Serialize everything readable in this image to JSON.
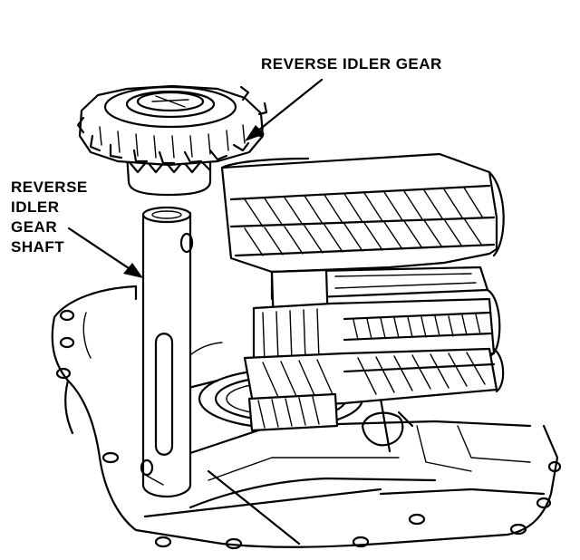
{
  "labels": {
    "idler_gear": "REVERSE IDLER GEAR",
    "idler_shaft_lines": [
      "REVERSE",
      "IDLER",
      "GEAR",
      "SHAFT"
    ]
  },
  "colors": {
    "ink": "#000000",
    "paper": "#ffffff"
  }
}
